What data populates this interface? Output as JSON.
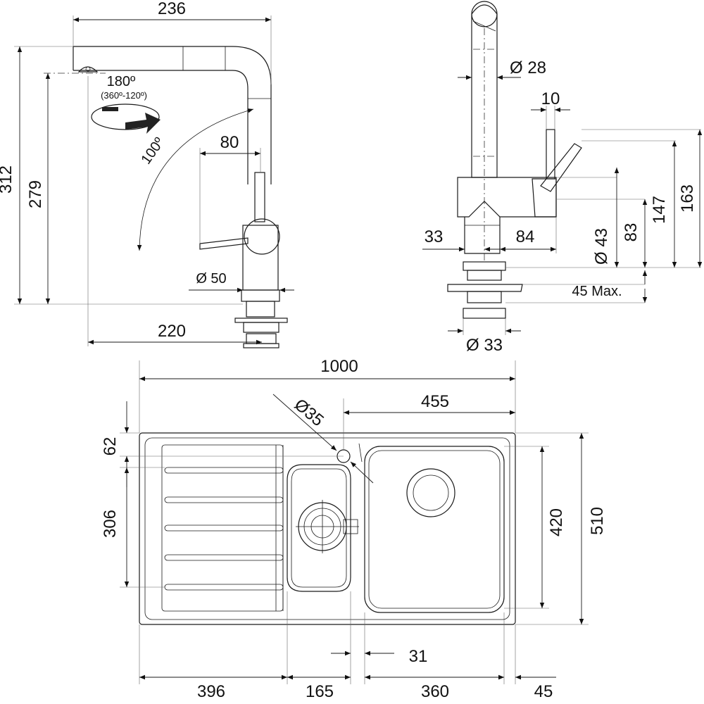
{
  "faucet_side": {
    "width_236": "236",
    "height_312": "312",
    "height_279": "279",
    "rotation_180": "180º",
    "rotation_range": "(360º-120º)",
    "angle_100": "100º",
    "dim_80": "80",
    "dia_50": "Ø 50",
    "reach_220": "220"
  },
  "faucet_front": {
    "dia_28": "Ø 28",
    "dim_10": "10",
    "dim_33": "33",
    "dim_84": "84",
    "dia_43": "Ø 43",
    "dim_83": "83",
    "dim_147": "147",
    "dim_163": "163",
    "max_45": "45 Max.",
    "dia_33": "Ø 33"
  },
  "sink": {
    "width_1000": "1000",
    "hole_dia": "Ø35",
    "dim_455": "455",
    "dim_62": "62",
    "dim_306": "306",
    "dim_420": "420",
    "dim_510": "510",
    "dim_31": "31",
    "dim_396": "396",
    "dim_165": "165",
    "dim_360": "360",
    "dim_45": "45"
  }
}
